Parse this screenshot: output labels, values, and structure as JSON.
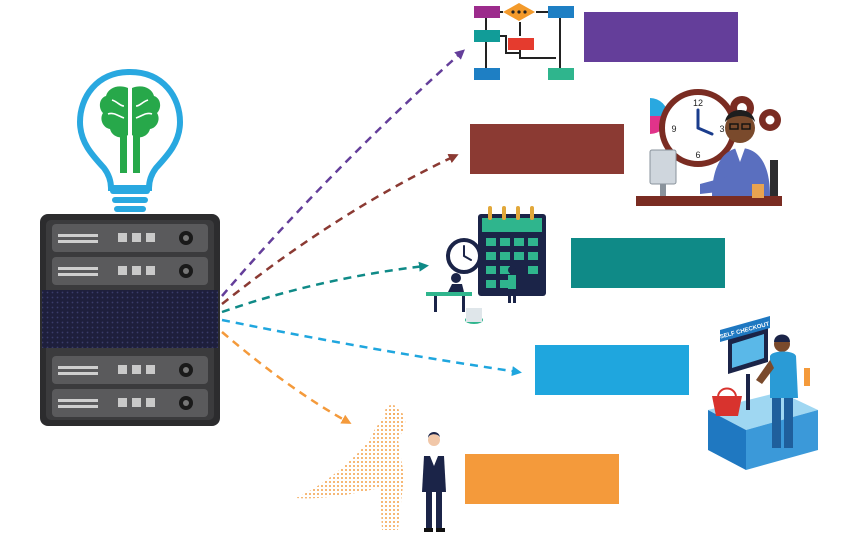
{
  "diagram": {
    "source": {
      "icon": "lightbulb-brain-icon",
      "server_icon": "server-rack-icon",
      "brain_color": "#27a84a",
      "bulb_color": "#29a8e0"
    },
    "outputs": [
      {
        "id": "flowchart",
        "icon": "flowchart-icon",
        "color": "#643e9a",
        "label": ""
      },
      {
        "id": "time-management",
        "icon": "clock-worker-icon",
        "color": "#8b3a33",
        "label": ""
      },
      {
        "id": "scheduling",
        "icon": "calendar-icon",
        "color": "#0f8a87",
        "label": ""
      },
      {
        "id": "self-checkout",
        "icon": "self-checkout-icon",
        "color": "#1fa6de",
        "label": ""
      },
      {
        "id": "leadership",
        "icon": "superhero-shadow-icon",
        "color": "#f49a3b",
        "label": ""
      }
    ],
    "checkout_sign": "SELF CHECKOUT",
    "clock_numerals": [
      "12",
      "3",
      "6",
      "9"
    ]
  }
}
